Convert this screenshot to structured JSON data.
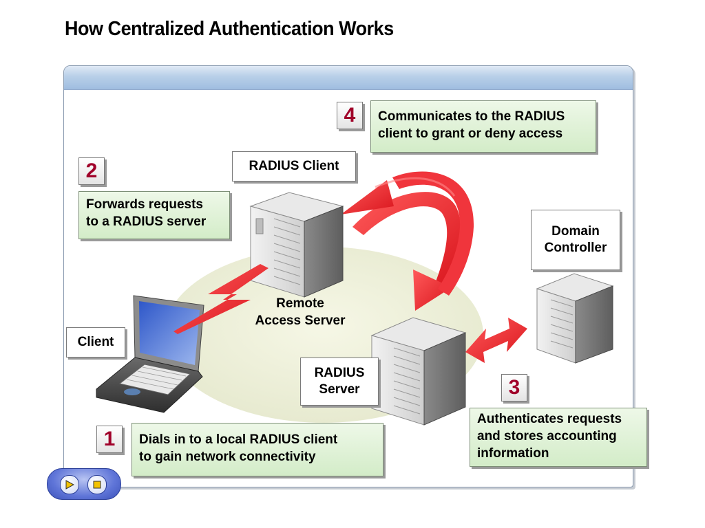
{
  "title": "How Centralized Authentication Works",
  "labels": {
    "radius_client": "RADIUS Client",
    "domain_controller": "Domain\nController",
    "client": "Client",
    "radius_server": "RADIUS\nServer",
    "remote_access_server": "Remote\nAccess Server"
  },
  "steps": [
    {
      "number": "1",
      "text": "Dials in to a local RADIUS client\nto gain network connectivity"
    },
    {
      "number": "2",
      "text": "Forwards requests\nto a RADIUS server"
    },
    {
      "number": "3",
      "text": "Authenticates requests\nand stores accounting\ninformation"
    },
    {
      "number": "4",
      "text": "Communicates to the RADIUS\nclient to grant or deny access"
    }
  ],
  "icons": [
    "laptop-icon",
    "server-icon",
    "lightning-bolt-icon",
    "curved-arrow-icon",
    "double-arrow-icon",
    "play-icon",
    "stop-icon"
  ],
  "colors": {
    "arrow": "#e8222a",
    "step_number": "#a0002a",
    "note_fill": "#d9eecf",
    "ellipse": "#eef0d8"
  }
}
